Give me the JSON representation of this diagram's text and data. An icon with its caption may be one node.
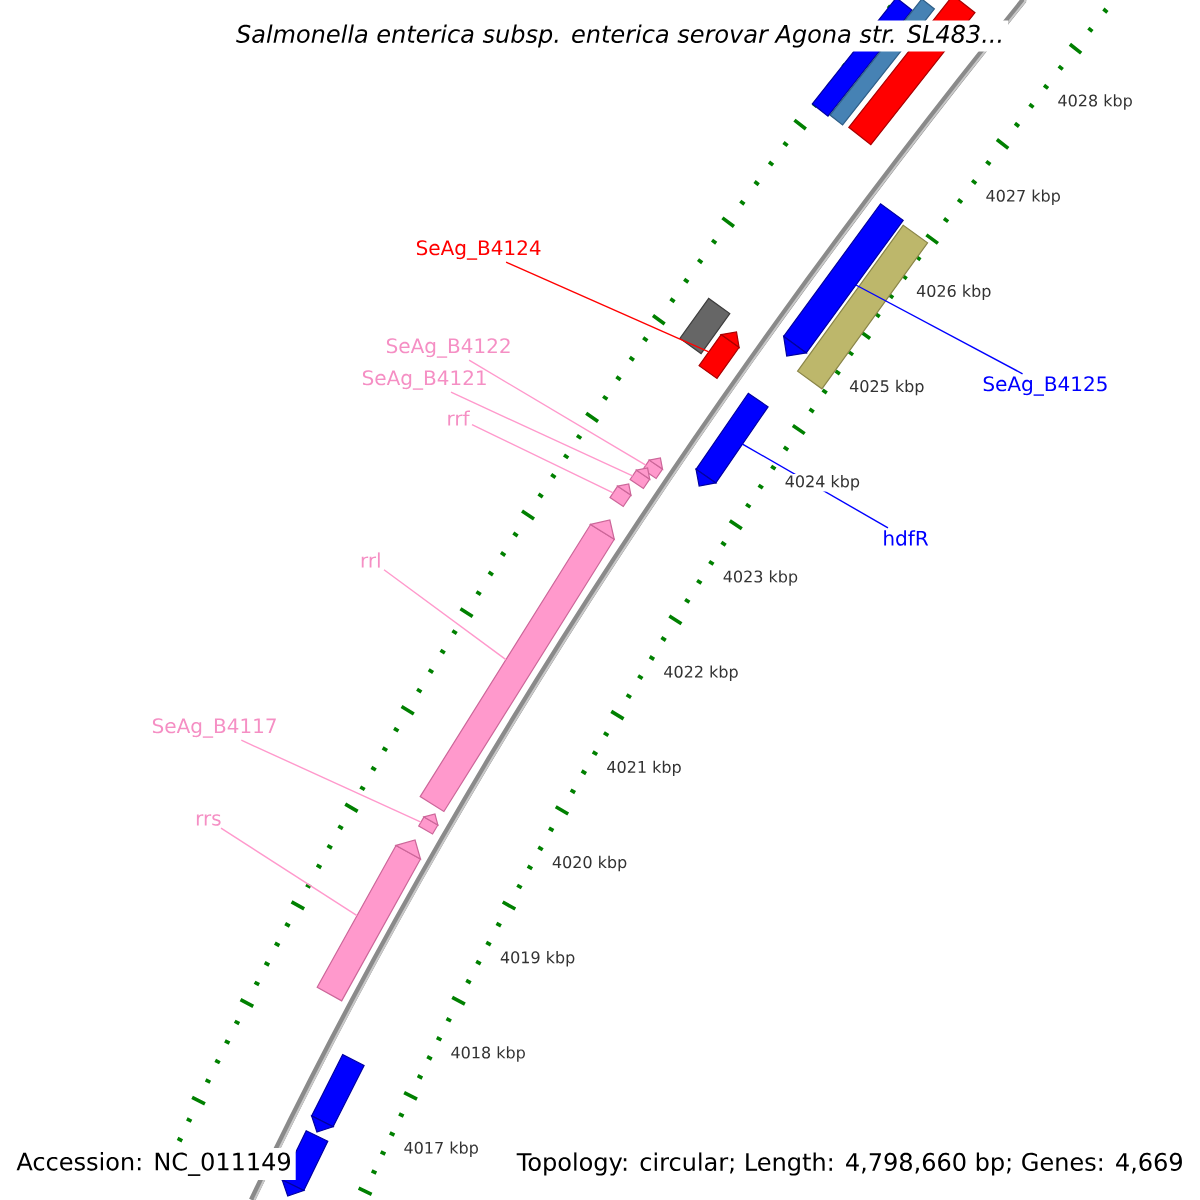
{
  "diagram": {
    "title": "Salmonella enterica subsp. enterica serovar Agona str. SL483...",
    "nodes": [
      {
        "text": [
          "SeAg_B4124"
        ]
      },
      {
        "text": [
          "SeAg_B4122"
        ]
      },
      {
        "text": [
          "SeAg_B4121"
        ]
      },
      {
        "text": [
          "SeAg_B4125"
        ]
      },
      {
        "text": [
          "rrf"
        ]
      },
      {
        "text": [
          "hdfR"
        ]
      },
      {
        "text": [
          "rrl"
        ]
      },
      {
        "text": [
          "SeAg_B4117"
        ]
      },
      {
        "text": [
          "rrs"
        ]
      },
      {
        "text": [],
        "shape": "bar"
      },
      {
        "text": [],
        "shape": "bar"
      },
      {
        "text": [],
        "shape": "bar"
      },
      {
        "text": [],
        "shape": "bar"
      },
      {
        "text": [],
        "shape": "bar"
      },
      {
        "text": [],
        "shape": "bar"
      },
      {
        "text": [],
        "shape": "bar"
      },
      {
        "text": [],
        "shape": "bar"
      },
      {
        "text": [],
        "shape": "bar"
      },
      {
        "text": [],
        "shape": "bar"
      },
      {
        "text": [],
        "shape": "bar"
      },
      {
        "text": [],
        "shape": "bar"
      },
      {
        "text": [],
        "shape": "bar"
      },
      {
        "text": [],
        "shape": "bar"
      },
      {
        "text": [],
        "shape": "bar"
      },
      {
        "text": [],
        "shape": "bar"
      }
    ],
    "edges": [
      {
        "from": 0,
        "to": 15,
        "arrow": "none",
        "color": "#ff0000"
      },
      {
        "from": 1,
        "to": 17,
        "arrow": "none"
      },
      {
        "from": 2,
        "to": 18,
        "arrow": "none"
      },
      {
        "from": 3,
        "to": 12,
        "arrow": "none",
        "color": "#0000ff"
      },
      {
        "from": 4,
        "to": 19,
        "arrow": "none"
      },
      {
        "from": 5,
        "to": 16,
        "arrow": "none",
        "color": "#0000ff"
      },
      {
        "from": 6,
        "to": 20,
        "arrow": "none"
      },
      {
        "from": 7,
        "to": 21,
        "arrow": "none"
      },
      {
        "from": 8,
        "to": 22,
        "arrow": "none"
      }
    ],
    "labels": [
      "4028 kbp",
      "4027 kbp",
      "4026 kbp",
      "4025 kbp",
      "4024 kbp",
      "4023 kbp",
      "4022 kbp",
      "4021 kbp",
      "4020 kbp",
      "4019 kbp",
      "4018 kbp",
      "4017 kbp",
      "Accession: NC_011149",
      "Topology: circular; Length: 4,798,660 bp; Genes: 4,669"
    ]
  }
}
